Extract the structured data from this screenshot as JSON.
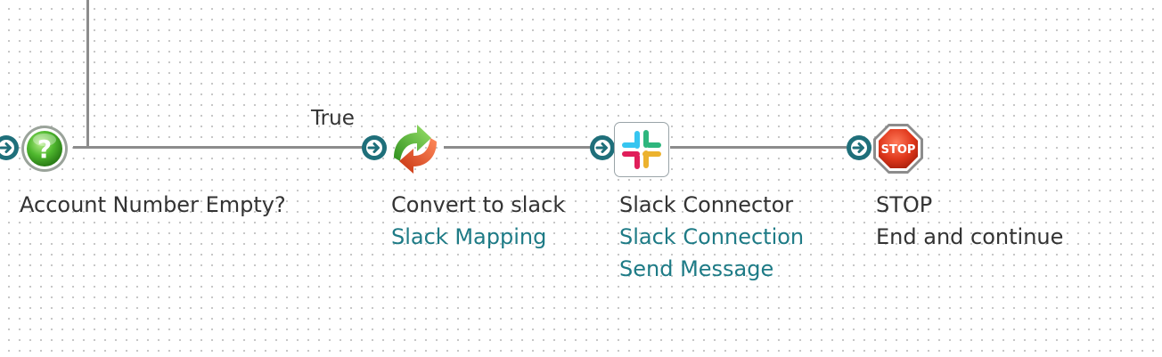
{
  "canvas": {
    "background": "#ffffff",
    "grid_dot_color": "#c4c4c4",
    "wire_color": "#8c8c8c",
    "port_color": "#1f6f7a",
    "link_color": "#1e7b86",
    "text_color": "#333333"
  },
  "connector_label": "True",
  "nodes": [
    {
      "icon": "question-icon",
      "title": "Account Number Empty?",
      "links": []
    },
    {
      "icon": "convert-arrows-icon",
      "title": "Convert to slack",
      "links": [
        "Slack Mapping"
      ]
    },
    {
      "icon": "slack-logo-icon",
      "title": "Slack Connector",
      "links": [
        "Slack Connection",
        "Send Message"
      ]
    },
    {
      "icon": "stop-sign-icon",
      "title": "STOP",
      "icon_text": "STOP",
      "subtitle": "End and continue",
      "links": []
    }
  ]
}
